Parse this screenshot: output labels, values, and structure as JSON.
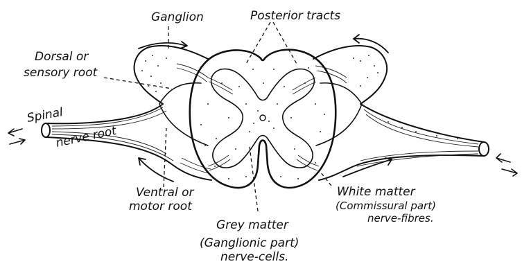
{
  "labels": {
    "ganglion": "Ganglion",
    "posterior_tracts": "Posterior tracts",
    "dorsal_line1": "Dorsal or",
    "dorsal_line2": "sensory root",
    "spinal_line1": "Spinal",
    "spinal_line2": "nerve root",
    "ventral_line1": "Ventral or",
    "ventral_line2": "motor root",
    "white_line1": "White matter",
    "white_line2": "(Commissural part)",
    "white_line3": "nerve-fibres.",
    "grey_line1": "Grey matter",
    "grey_line2": "(Ganglionic part)",
    "grey_line3": "nerve-cells."
  },
  "colors": {
    "ink": "#111111",
    "paper": "#ffffff"
  }
}
